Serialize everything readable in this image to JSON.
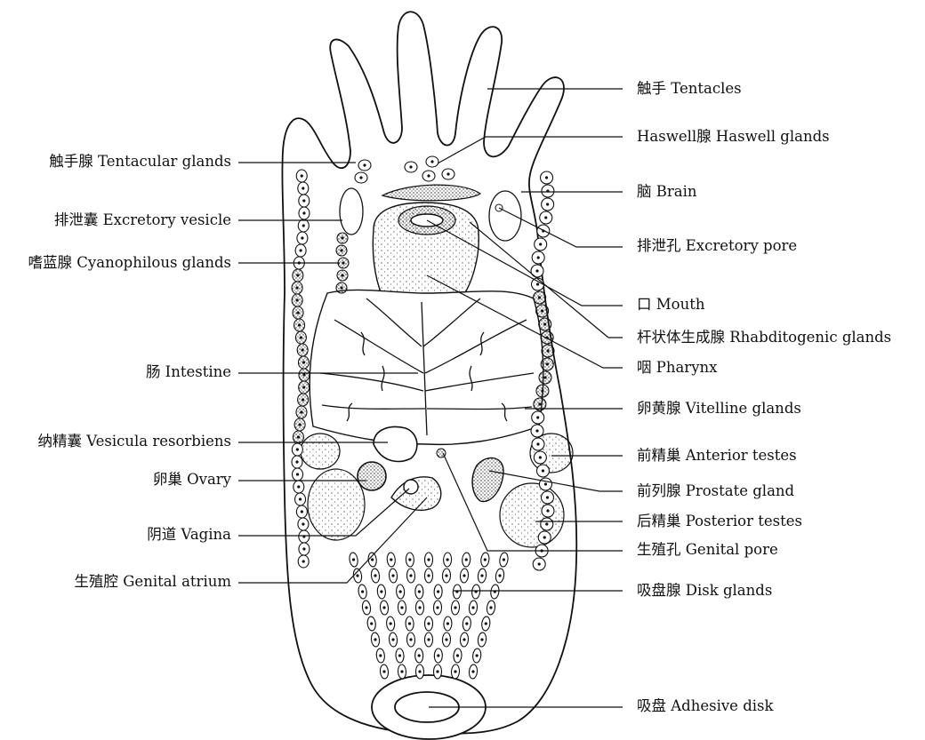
{
  "figure": {
    "left_labels": [
      {
        "id": "tentacular-glands",
        "text": "触手腺 Tentacular glands"
      },
      {
        "id": "excretory-vesicle",
        "text": "排泄囊 Excretory vesicle"
      },
      {
        "id": "cyanophilous-glands",
        "text": "嗜蓝腺 Cyanophilous glands"
      },
      {
        "id": "intestine",
        "text": "肠 Intestine"
      },
      {
        "id": "vesicula-resorbiens",
        "text": "纳精囊 Vesicula resorbiens"
      },
      {
        "id": "ovary",
        "text": "卵巢 Ovary"
      },
      {
        "id": "vagina",
        "text": "阴道 Vagina"
      },
      {
        "id": "genital-atrium",
        "text": "生殖腔 Genital atrium"
      }
    ],
    "right_labels": [
      {
        "id": "tentacles",
        "text": "触手 Tentacles"
      },
      {
        "id": "haswell-glands",
        "text": "Haswell腺 Haswell glands"
      },
      {
        "id": "brain",
        "text": "脑 Brain"
      },
      {
        "id": "excretory-pore",
        "text": "排泄孔 Excretory pore"
      },
      {
        "id": "mouth",
        "text": "口 Mouth"
      },
      {
        "id": "rhabditogenic-glands",
        "text": "杆状体生成腺 Rhabditogenic glands"
      },
      {
        "id": "pharynx",
        "text": "咽 Pharynx"
      },
      {
        "id": "vitelline-glands",
        "text": "卵黄腺 Vitelline glands"
      },
      {
        "id": "anterior-testes",
        "text": "前精巢 Anterior testes"
      },
      {
        "id": "prostate-gland",
        "text": "前列腺 Prostate gland"
      },
      {
        "id": "posterior-testes",
        "text": "后精巢 Posterior testes"
      },
      {
        "id": "genital-pore",
        "text": "生殖孔 Genital pore"
      },
      {
        "id": "disk-glands",
        "text": "吸盘腺 Disk glands"
      },
      {
        "id": "adhesive-disk",
        "text": "吸盘 Adhesive disk"
      }
    ]
  }
}
